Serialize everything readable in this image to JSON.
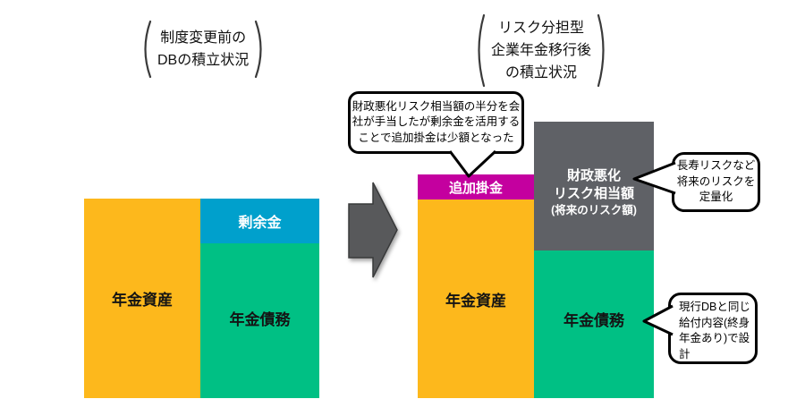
{
  "header_labels": {
    "before": {
      "lines": [
        "制度変更前の",
        "DBの積立状況"
      ]
    },
    "after": {
      "lines": [
        "リスク分担型",
        "企業年金移行後",
        "の積立状況"
      ]
    }
  },
  "before_chart": {
    "assets_label": "年金資産",
    "surplus_label": "剰余金",
    "liabilities_label": "年金債務"
  },
  "after_chart": {
    "additional_contribution_label": "追加掛金",
    "assets_label": "年金資産",
    "risk_reserve_lines": [
      "財政悪化",
      "リスク相当額",
      "(将来のリスク額)"
    ],
    "liabilities_label": "年金債務"
  },
  "callouts": {
    "contribution": {
      "lines": [
        "財政悪化リスク相当額の半分を会",
        "社が手当したが剰余金を活用する",
        "ことで追加掛金は少額となった"
      ]
    },
    "longevity": {
      "lines": [
        "長寿リスクなど",
        "将来のリスクを",
        "定量化"
      ]
    },
    "benefit": {
      "lines": [
        "現行DBと同じ",
        "給付内容(終身",
        "年金あり)で設",
        "計"
      ]
    }
  },
  "colors": {
    "assets": "#FDB81C",
    "surplus": "#00A0CC",
    "liabilities": "#00C084",
    "additional_contribution": "#C4009F",
    "risk_reserve": "#5F6166",
    "arrow": "#58595B",
    "callout_border": "#000000"
  }
}
